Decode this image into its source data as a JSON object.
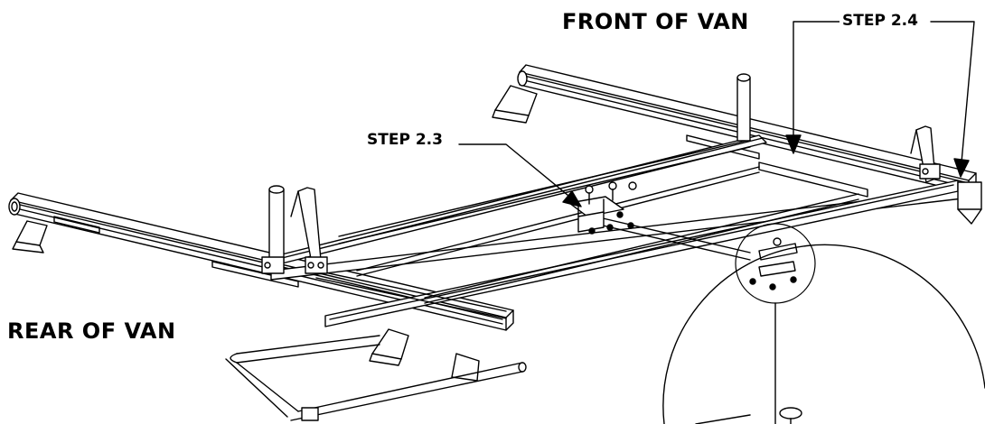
{
  "labels": {
    "front": "FRONT OF VAN",
    "rear": "REAR OF VAN",
    "step_2_3": "STEP 2.3",
    "step_2_4": "STEP 2.4"
  },
  "colors": {
    "line": "#000000",
    "background": "#ffffff"
  }
}
